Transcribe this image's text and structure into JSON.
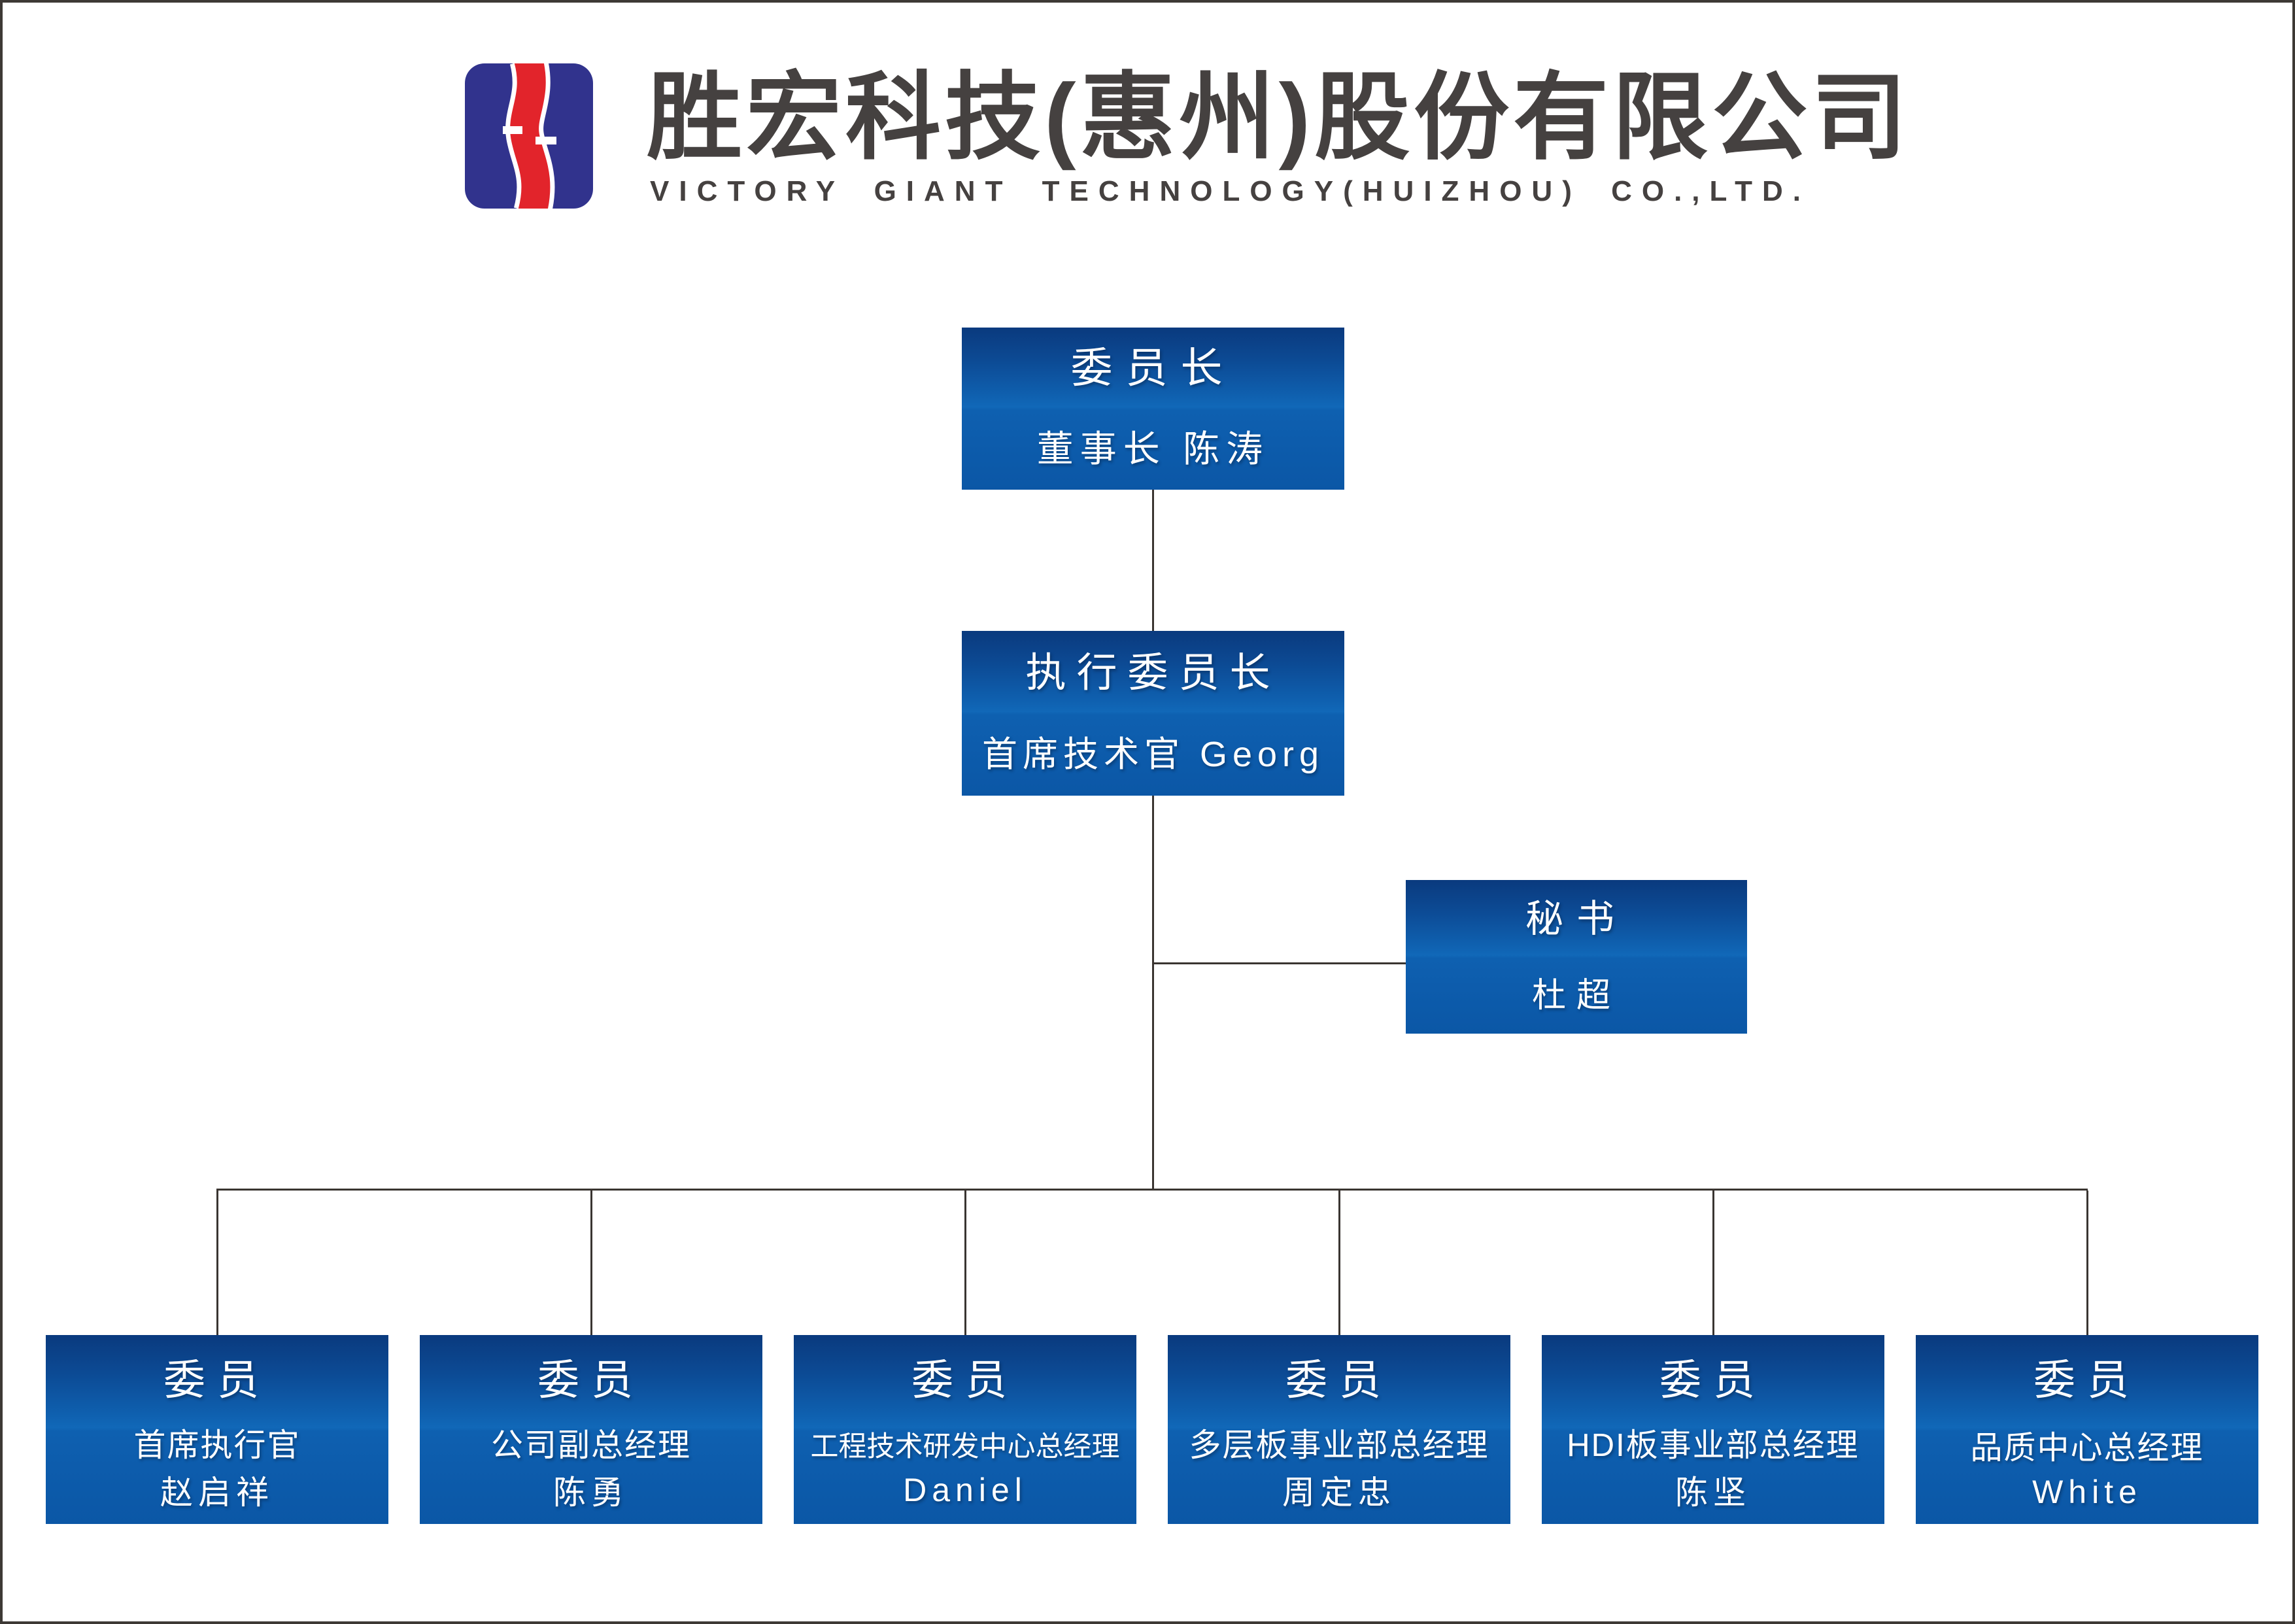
{
  "header": {
    "company_name_cn": "胜宏科技(惠州)股份有限公司",
    "company_name_en": "VICTORY GIANT TECHNOLOGY(HUIZHOU) CO.,LTD.",
    "logo_name": "victory-giant-logo"
  },
  "org": {
    "chairman": {
      "title": "委员长",
      "subtitle": "董事长 陈涛"
    },
    "executive_chairman": {
      "title": "执行委员长",
      "subtitle": "首席技术官 Georg"
    },
    "secretary": {
      "title": "秘书",
      "subtitle": "杜超"
    },
    "members": [
      {
        "title": "委员",
        "role": "首席执行官",
        "name": "赵启祥"
      },
      {
        "title": "委员",
        "role": "公司副总经理",
        "name": "陈勇"
      },
      {
        "title": "委员",
        "role": "工程技术研发中心总经理",
        "name": "Daniel"
      },
      {
        "title": "委员",
        "role": "多层板事业部总经理",
        "name": "周定忠"
      },
      {
        "title": "委员",
        "role": "HDI板事业部总经理",
        "name": "陈坚"
      },
      {
        "title": "委员",
        "role": "品质中心总经理",
        "name": "White"
      }
    ]
  },
  "colors": {
    "node_gradient_top": "#0a3a7e",
    "node_gradient_seam": "#1168b8",
    "node_gradient_bottom": "#0b57a6",
    "logo_blue": "#31338d",
    "logo_red": "#e2242b",
    "connector": "#3a3531",
    "header_text": "#454140"
  }
}
